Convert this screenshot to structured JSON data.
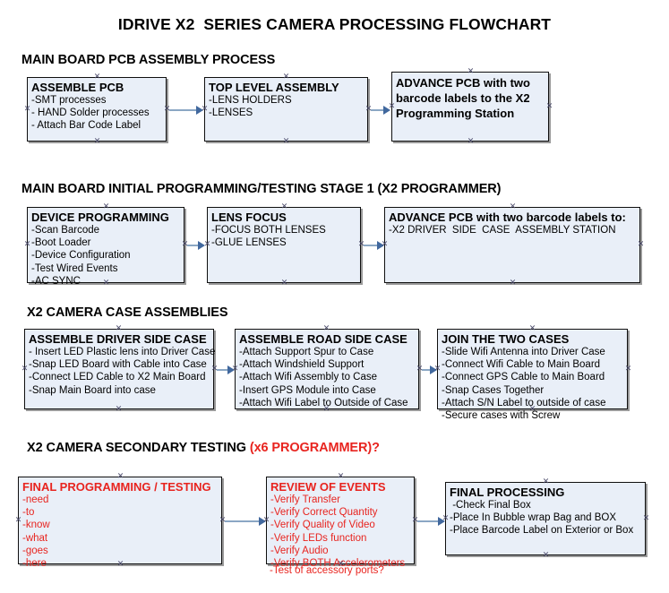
{
  "document": {
    "title": "IDRIVE X2  SERIES CAMERA PROCESSING FLOWCHART"
  },
  "colors": {
    "box_fill": "#e9eff8",
    "box_border": "#0f0f0f",
    "box_shadow": "#9a9a9a",
    "connector_line": "#8ba7c4",
    "arrowhead": "#41689e",
    "red_text": "#e8241f",
    "black_text": "#000000",
    "background": "#ffffff"
  },
  "sections": [
    {
      "id": "main-board-pcb-assembly-process",
      "heading": "MAIN BOARD PCB ASSEMBLY PROCESS",
      "heading_red_suffix": "",
      "boxes": [
        {
          "id": "assemble-pcb",
          "title": "ASSEMBLE PCB",
          "lines": [
            "-SMT processes",
            "- HAND Solder processes",
            "- Attach Bar Code Label"
          ],
          "text_color": "black"
        },
        {
          "id": "top-level-assembly",
          "title": "TOP LEVEL ASSEMBLY",
          "lines": [
            "-LENS HOLDERS",
            "-LENSES"
          ],
          "text_color": "black"
        },
        {
          "id": "advance-pcb-programming-station",
          "title": "ADVANCE PCB with two\nbarcode labels to the\n X2 Programming Station",
          "lines": [],
          "text_color": "black"
        }
      ]
    },
    {
      "id": "main-board-initial-programming",
      "heading": "MAIN BOARD INITIAL PROGRAMMING/TESTING STAGE 1 (X2 PROGRAMMER)",
      "heading_red_suffix": "",
      "boxes": [
        {
          "id": "device-programming",
          "title": "DEVICE PROGRAMMING",
          "lines": [
            "-Scan Barcode",
            "-Boot Loader",
            "-Device Configuration",
            "-Test Wired Events",
            "-AC SYNC"
          ],
          "text_color": "black"
        },
        {
          "id": "lens-focus",
          "title": "LENS FOCUS",
          "lines": [
            "-FOCUS BOTH LENSES",
            "-GLUE LENSES"
          ],
          "text_color": "black"
        },
        {
          "id": "advance-pcb-driver-side-case",
          "title": "ADVANCE PCB with two barcode labels to:",
          "lines": [
            "-X2 DRIVER  SIDE  CASE  ASSEMBLY STATION"
          ],
          "text_color": "black"
        }
      ]
    },
    {
      "id": "x2-camera-case-assemblies",
      "heading": "X2 CAMERA CASE ASSEMBLIES",
      "heading_red_suffix": "",
      "boxes": [
        {
          "id": "assemble-driver-side-case",
          "title": "ASSEMBLE DRIVER SIDE CASE",
          "lines": [
            "- Insert LED Plastic lens into Driver Case",
            "-Snap LED Board with Cable into Case",
            "-Connect LED Cable to X2 Main Board",
            "-Snap Main Board into case"
          ],
          "text_color": "black"
        },
        {
          "id": "assemble-road-side-case",
          "title": "ASSEMBLE ROAD SIDE CASE",
          "lines": [
            "-Attach Support Spur to Case",
            "-Attach Windshield Support",
            "-Attach Wifi Assembly to Case",
            "-Insert GPS Module into Case",
            "-Attach Wifi Label to Outside of Case"
          ],
          "text_color": "black"
        },
        {
          "id": "join-the-two-cases",
          "title": "JOIN THE TWO CASES",
          "lines": [
            "-Slide Wifi Antenna into Driver Case",
            "-Connect Wifi Cable to Main Board",
            "-Connect GPS Cable to Main Board",
            "-Snap Cases Together",
            "-Attach S/N Label to outside of case",
            "-Secure cases with Screw"
          ],
          "text_color": "black"
        }
      ]
    },
    {
      "id": "x2-camera-secondary-testing",
      "heading": "X2 CAMERA SECONDARY TESTING ",
      "heading_red_suffix": "(x6 PROGRAMMER)?",
      "boxes": [
        {
          "id": "final-programming-testing",
          "title": "FINAL PROGRAMMING / TESTING",
          "lines": [
            "-need",
            "-to",
            "-know",
            "-what",
            "-goes",
            "-here"
          ],
          "text_color": "red"
        },
        {
          "id": "review-of-events",
          "title": "REVIEW OF EVENTS",
          "lines": [
            "-Verify Transfer",
            "-Verify Correct Quantity",
            "-Verify Quality of Video",
            "-Verify LEDs function",
            "-Verify Audio",
            "-Verify BOTH Accelerometers"
          ],
          "overflow_line": "-Test of accessory ports?",
          "text_color": "red"
        },
        {
          "id": "final-processing",
          "title": "FINAL PROCESSING",
          "lines": [
            " -Check Final Box",
            "-Place In Bubble wrap Bag and BOX",
            "-Place Barcode Label on Exterior or Box"
          ],
          "text_color": "black"
        }
      ]
    }
  ]
}
